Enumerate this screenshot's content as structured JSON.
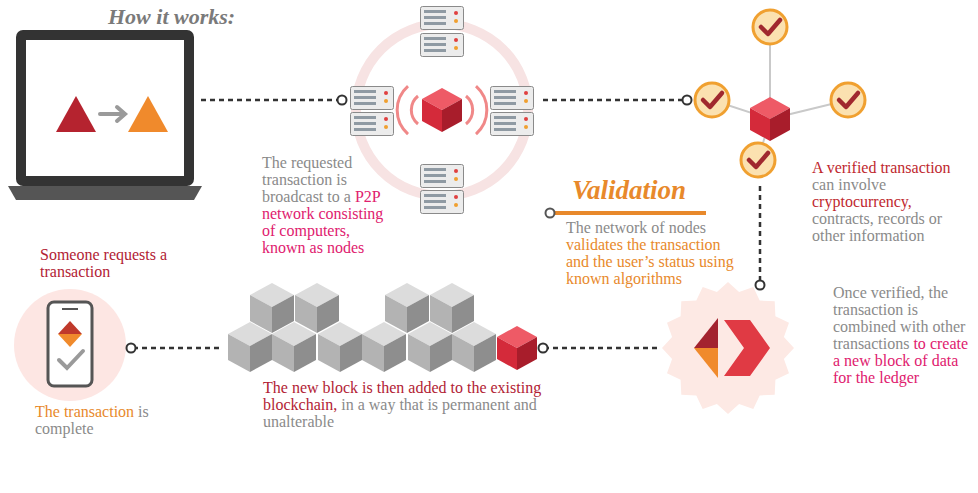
{
  "diagram": {
    "title": "How it works:",
    "nodes": [
      {
        "text": [
          "Someone requests a transaction"
        ]
      },
      {
        "text": [
          "The requested transaction is broadcast to a P2P network consisting of computers, known as nodes"
        ]
      },
      {
        "text": [
          "A verified transaction can involve cryptocurrency, contracts, records or other information"
        ]
      },
      {
        "text": [
          "Once verified, the transaction is combined with other transactions to create a new block of data for the ledger"
        ]
      },
      {
        "text": [
          "The new block is then added to the existing blockchain, in a way that is permanent and unalterable"
        ]
      },
      {
        "text": [
          "The transaction is complete"
        ]
      }
    ],
    "edges": [
      {
        "from": 0,
        "to": 1,
        "arrow": "none"
      },
      {
        "from": 1,
        "to": 2,
        "arrow": "none"
      },
      {
        "from": 2,
        "to": 3,
        "arrow": "none"
      },
      {
        "from": 3,
        "to": 4,
        "arrow": "none"
      },
      {
        "from": 4,
        "to": 5,
        "arrow": "none"
      }
    ],
    "labels": [
      "Validation",
      "The network of nodes validates the transaction and the user’s status using known algorithms"
    ]
  }
}
